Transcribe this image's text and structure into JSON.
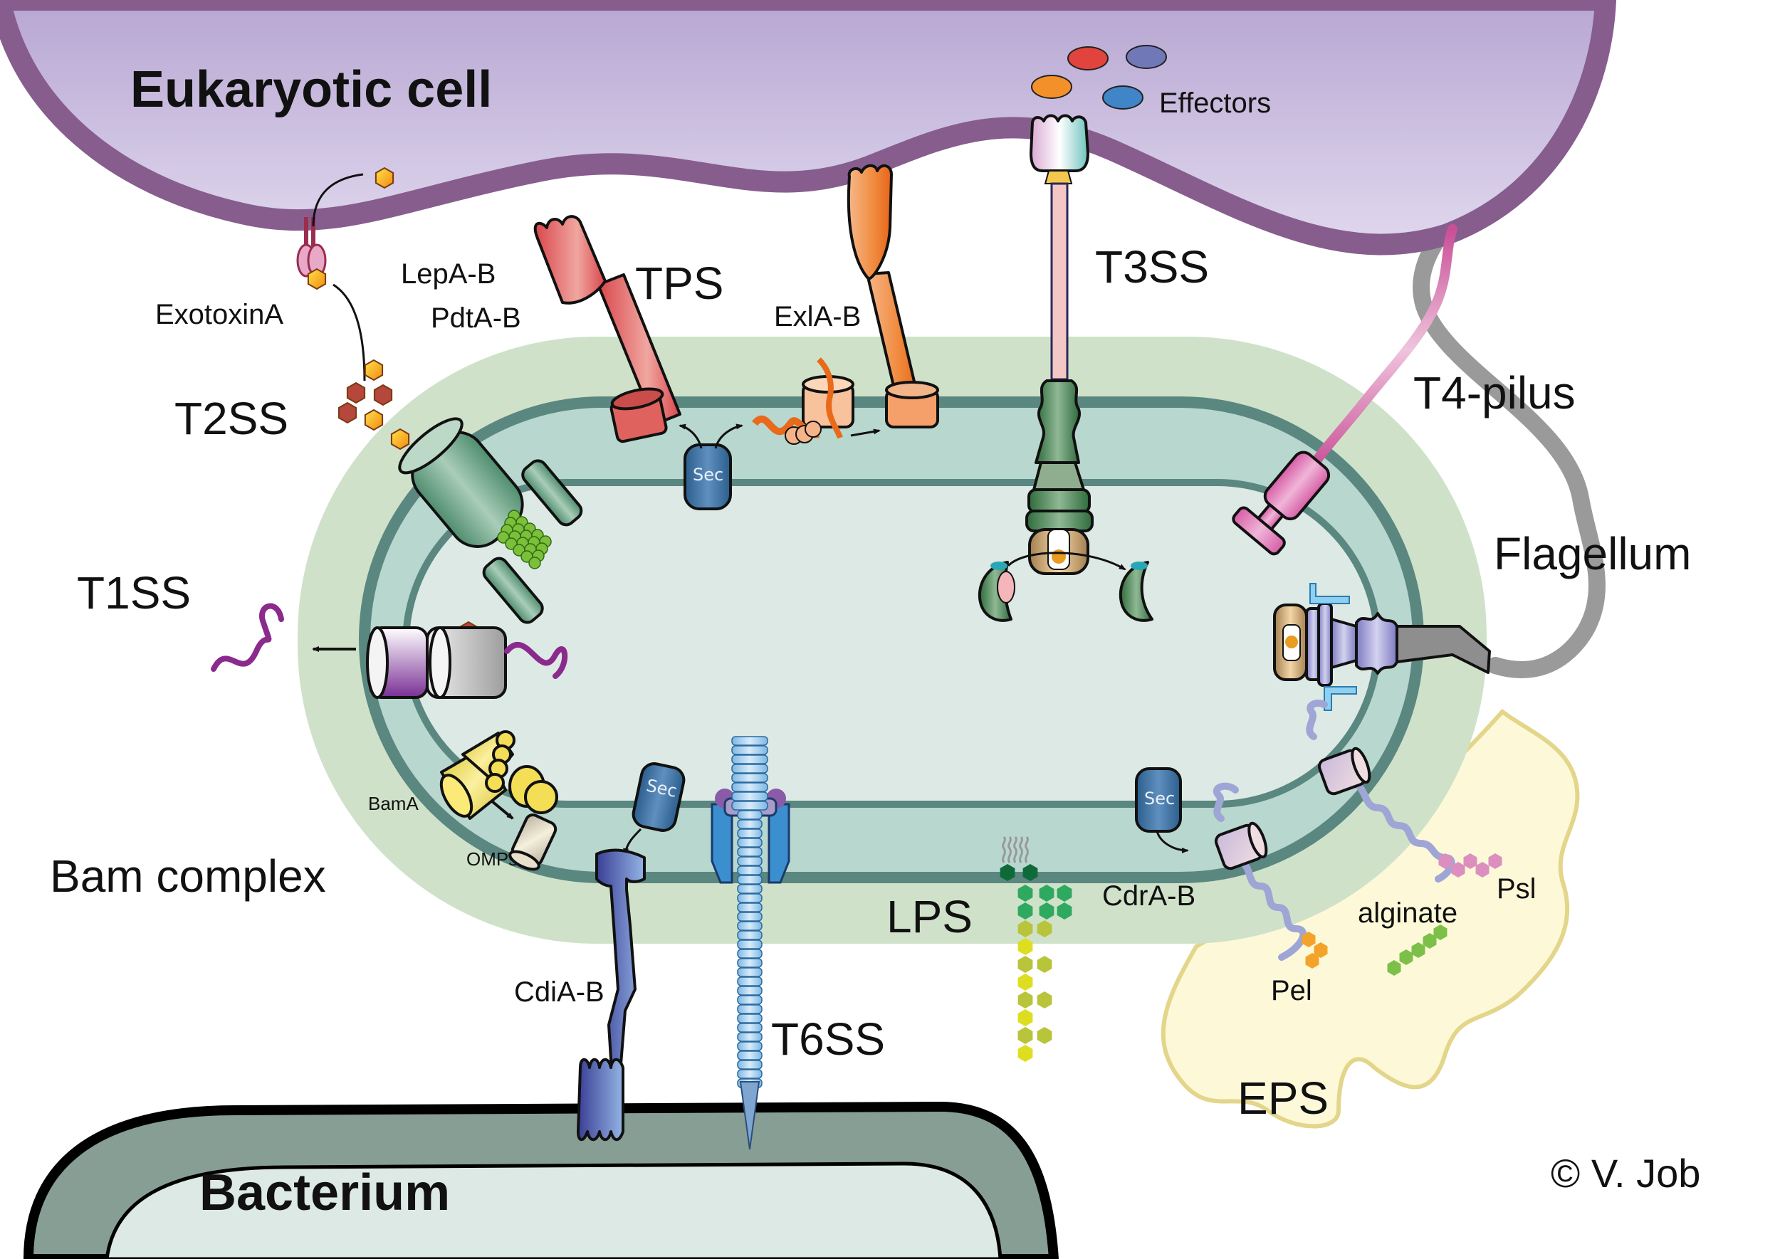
{
  "diagram": {
    "cells": {
      "eukaryotic": "Eukaryotic cell",
      "bacterium": "Bacterium"
    },
    "systems": {
      "t1ss": "T1SS",
      "t2ss": "T2SS",
      "t3ss": "T3SS",
      "t4pilus": "T4-pilus",
      "t6ss": "T6SS",
      "tps": "TPS",
      "flagellum": "Flagellum",
      "bam": "Bam complex",
      "lps": "LPS",
      "eps": "EPS"
    },
    "proteins": {
      "lepa": "LepA-B",
      "pdta": "PdtA-B",
      "exla": "ExlA-B",
      "exotoxin": "ExotoxinA",
      "effectors": "Effectors",
      "cdia": "CdiA-B",
      "cdra": "CdrA-B",
      "bama": "BamA",
      "omps": "OMPs",
      "sec": "Sec"
    },
    "polysaccharides": {
      "pel": "Pel",
      "psl": "Psl",
      "alginate": "alginate"
    },
    "credit": "© V. Job"
  },
  "colors": {
    "eukaryote_fill": "#dcd3ec",
    "eukaryote_membrane": "#875d8e",
    "outer_capsule": "#cfe2c9",
    "periplasm": "#b8d7cf",
    "membrane": "#5a8780",
    "cytoplasm": "#dde9e5",
    "bacterium_wall": "#879e95",
    "eps_fill": "#fdf9d8",
    "eps_border": "#e3d58a",
    "flagellum": "#9a9a9a"
  }
}
